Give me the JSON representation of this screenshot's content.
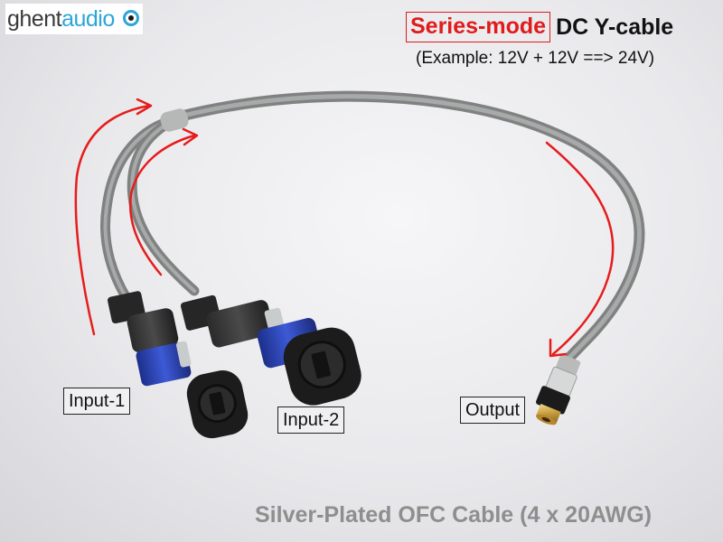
{
  "logo": {
    "text_main": "ghent",
    "text_accent": "audio"
  },
  "title": {
    "mode": "Series-mode",
    "rest": "DC Y-cable"
  },
  "subtitle": "(Example: 12V + 12V ==> 24V)",
  "labels": {
    "input1": "Input-1",
    "input2": "Input-2",
    "output": "Output"
  },
  "footer": "Silver-Plated OFC Cable (4 x 20AWG)",
  "colors": {
    "arrow": "#e61c1c",
    "cable": "#8a8d8c",
    "connector_blue": "#2f49b8",
    "plug_gold": "#c8a14a",
    "logo_accent": "#2aa6d8"
  },
  "icons": {
    "logo_mark": "record-icon"
  }
}
